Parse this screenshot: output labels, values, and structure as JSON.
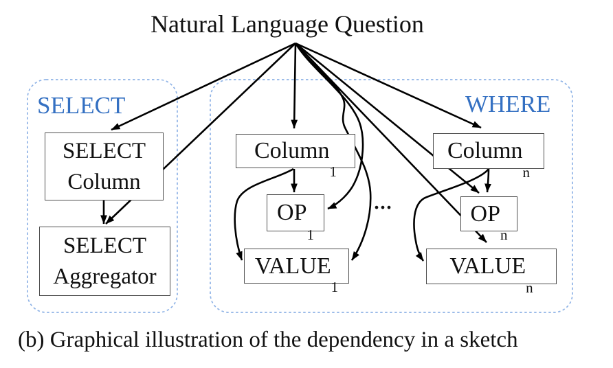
{
  "title": "Natural Language Question",
  "caption": "(b) Graphical illustration of the dependency in a sketch",
  "ellipsis": "...",
  "groups": {
    "select": {
      "label": "SELECT"
    },
    "where": {
      "label": "WHERE"
    }
  },
  "nodes": [
    {
      "id": "select-column",
      "line1": "SELECT",
      "line2": "Column"
    },
    {
      "id": "select-aggregator",
      "line1": "SELECT",
      "line2": "Aggregator"
    },
    {
      "id": "column-1",
      "label": "Column",
      "subscript": "1"
    },
    {
      "id": "op-1",
      "label": "OP",
      "subscript": "1"
    },
    {
      "id": "value-1",
      "label": "VALUE",
      "subscript": "1"
    },
    {
      "id": "column-n",
      "label": "Column",
      "subscript": "n"
    },
    {
      "id": "op-n",
      "label": "OP",
      "subscript": "n"
    },
    {
      "id": "value-n",
      "label": "VALUE",
      "subscript": "n"
    }
  ],
  "edges": [
    {
      "from": "natural-language-question",
      "to": "select-column"
    },
    {
      "from": "natural-language-question",
      "to": "select-aggregator"
    },
    {
      "from": "natural-language-question",
      "to": "column-1"
    },
    {
      "from": "natural-language-question",
      "to": "op-1"
    },
    {
      "from": "natural-language-question",
      "to": "value-1"
    },
    {
      "from": "natural-language-question",
      "to": "column-n"
    },
    {
      "from": "natural-language-question",
      "to": "op-n"
    },
    {
      "from": "natural-language-question",
      "to": "value-n"
    },
    {
      "from": "select-column",
      "to": "select-aggregator"
    },
    {
      "from": "column-1",
      "to": "op-1"
    },
    {
      "from": "column-1",
      "to": "value-1"
    },
    {
      "from": "column-n",
      "to": "op-n"
    },
    {
      "from": "column-n",
      "to": "value-n"
    }
  ],
  "colors": {
    "accent_blue": "#3470c2",
    "dash_blue": "#8fb3e6",
    "box_border": "#4d4d4d",
    "arrow_black": "#000000",
    "background": "#ffffff"
  }
}
